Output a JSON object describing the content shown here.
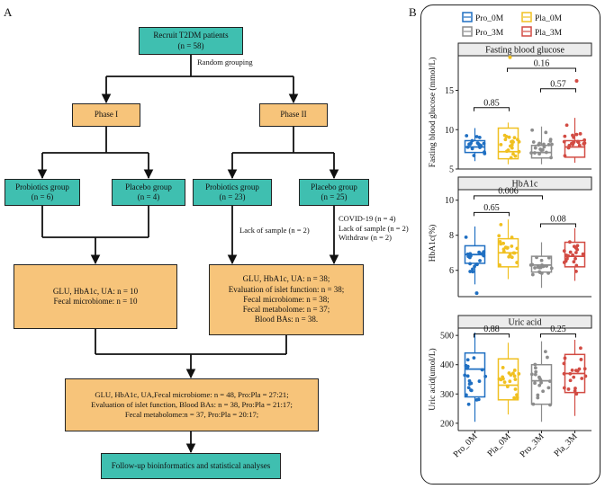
{
  "panelA": {
    "label": "A",
    "recruit": "Recruit T2DM patients\n(n = 58)",
    "random_grouping": "Random grouping",
    "phase1": "Phase I",
    "phase2": "Phase II",
    "p1_probiotics": "Probiotics group\n(n = 6)",
    "p1_placebo": "Placebo  group\n(n = 4)",
    "p2_probiotics": "Probiotics group\n(n = 23)",
    "p2_placebo": "Placebo  group\n(n = 25)",
    "note_probiotics": "Lack of sample (n = 2)",
    "note_placebo": "COVID-19 (n = 4)\nLack of sample (n = 2)\nWithdraw (n = 2)",
    "p1_summary": "GLU, HbA1c, UA: n = 10\nFecal microbiome: n = 10",
    "p2_summary": "GLU, HbA1c, UA: n = 38;\nEvaluation of islet function: n = 38;\nFecal microbiome: n = 38;\nFecal metabolome: n = 37;\nBlood BAs: n = 38.",
    "combined": "GLU, HbA1c, UA,Fecal microbiome: n = 48, Pro:Pla = 27:21;\nEvaluation of islet function, Blood BAs: n = 38, Pro:Pla = 21:17;\nFecal metabolome:n = 37, Pro:Pla = 20:17;",
    "final": "Follow-up bioinformatics and statistical analyses"
  },
  "panelB": {
    "label": "B",
    "legend": [
      {
        "name": "Pro_0M",
        "color": "#1f6fc2"
      },
      {
        "name": "Pla_0M",
        "color": "#f0c020"
      },
      {
        "name": "Pro_3M",
        "color": "#8c8c8c"
      },
      {
        "name": "Pla_3M",
        "color": "#d24b43"
      }
    ],
    "x_tick_labels": [
      "Pro_0M",
      "Pla_0M",
      "Pro_3M",
      "Pla_3M"
    ]
  },
  "chart_data": [
    {
      "type": "box",
      "title": "Fasting blood glucose",
      "ylabel": "Fasting blood glucose (mmol/L)",
      "ylim": [
        5,
        19.4
      ],
      "yticks": [
        5,
        10,
        15
      ],
      "groups": [
        "Pro_0M",
        "Pla_0M",
        "Pro_3M",
        "Pla_3M"
      ],
      "boxes": [
        {
          "q1": 7.1,
          "median": 7.8,
          "q3": 8.6,
          "lo": 6.0,
          "hi": 10.2
        },
        {
          "q1": 6.3,
          "median": 7.2,
          "q3": 10.2,
          "lo": 5.6,
          "hi": 10.9
        },
        {
          "q1": 6.4,
          "median": 7.1,
          "q3": 8.0,
          "lo": 5.6,
          "hi": 10.4
        },
        {
          "q1": 6.5,
          "median": 7.8,
          "q3": 8.6,
          "lo": 5.8,
          "hi": 11.5
        }
      ],
      "outliers": [
        [],
        [
          19.2
        ],
        [],
        [
          16.2
        ]
      ],
      "comparisons": [
        {
          "from": 0,
          "to": 1,
          "label": "0.85",
          "y": 12.8
        },
        {
          "from": 1,
          "to": 3,
          "label": "0.16",
          "y": 17.8
        },
        {
          "from": 2,
          "to": 3,
          "label": "0.57",
          "y": 15.2
        }
      ]
    },
    {
      "type": "box",
      "title": "HbA1c",
      "ylabel": "HbA1c(%)",
      "ylim": [
        4.5,
        10.6
      ],
      "yticks": [
        6,
        8,
        10
      ],
      "groups": [
        "Pro_0M",
        "Pla_0M",
        "Pro_3M",
        "Pla_3M"
      ],
      "boxes": [
        {
          "q1": 6.4,
          "median": 6.9,
          "q3": 7.4,
          "lo": 5.2,
          "hi": 8.5
        },
        {
          "q1": 6.2,
          "median": 7.0,
          "q3": 7.8,
          "lo": 5.5,
          "hi": 8.9
        },
        {
          "q1": 5.9,
          "median": 6.3,
          "q3": 6.8,
          "lo": 5.0,
          "hi": 7.6
        },
        {
          "q1": 6.2,
          "median": 6.8,
          "q3": 7.6,
          "lo": 5.4,
          "hi": 8.4
        }
      ],
      "outliers": [
        [
          4.7
        ],
        [],
        [],
        []
      ],
      "comparisons": [
        {
          "from": 0,
          "to": 2,
          "label": "0.006",
          "y": 10.25
        },
        {
          "from": 0,
          "to": 1,
          "label": "0.65",
          "y": 9.3
        },
        {
          "from": 2,
          "to": 3,
          "label": "0.08",
          "y": 8.65
        }
      ]
    },
    {
      "type": "box",
      "title": "Uric acid",
      "ylabel": "Uric acid(umol/L)",
      "ylim": [
        175,
        525
      ],
      "yticks": [
        200,
        300,
        400,
        500
      ],
      "groups": [
        "Pro_0M",
        "Pla_0M",
        "Pro_3M",
        "Pla_3M"
      ],
      "boxes": [
        {
          "q1": 290,
          "median": 385,
          "q3": 440,
          "lo": 205,
          "hi": 510
        },
        {
          "q1": 280,
          "median": 330,
          "q3": 420,
          "lo": 230,
          "hi": 475
        },
        {
          "q1": 265,
          "median": 345,
          "q3": 400,
          "lo": 205,
          "hi": 480
        },
        {
          "q1": 305,
          "median": 370,
          "q3": 435,
          "lo": 225,
          "hi": 485
        }
      ],
      "outliers": [
        [],
        [],
        [],
        []
      ],
      "comparisons": [
        {
          "from": 0,
          "to": 1,
          "label": "0.88",
          "y": 505
        },
        {
          "from": 2,
          "to": 3,
          "label": "0.25",
          "y": 505
        }
      ]
    }
  ]
}
